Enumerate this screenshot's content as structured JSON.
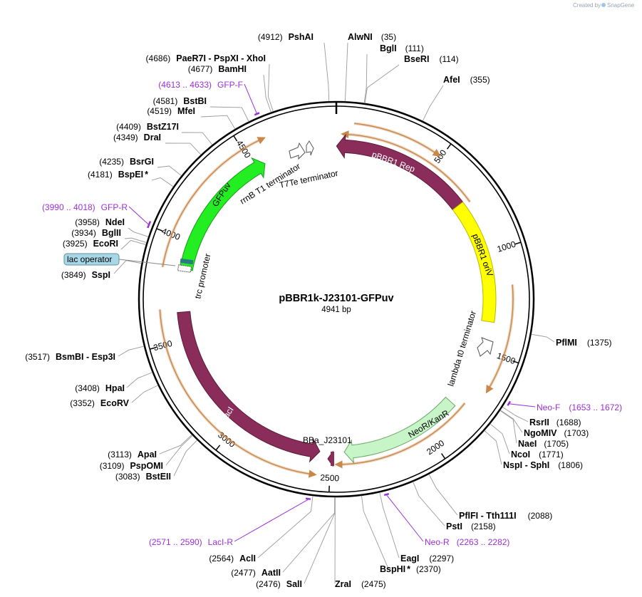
{
  "watermark": {
    "prefix": "Created by",
    "brand": "SnapGene"
  },
  "plasmid": {
    "name": "pBBR1k-J23101-GFPuv",
    "length_label": "4941 bp",
    "length": 4941
  },
  "ticks": [
    "500",
    "1000",
    "1500",
    "2000",
    "2500",
    "3000",
    "3500",
    "4000",
    "4500"
  ],
  "colors": {
    "rep": "#8b2d5a",
    "ori": "#ffff00",
    "neo": "#c8f5c8",
    "gfp": "#22ee22",
    "laci": "#8b2d5a",
    "primer": "#9b2fd8",
    "orf_fill": "#f9ddb0",
    "orf_stroke": "#c8884a",
    "terminator": "#ffffff",
    "lac_operator": "#a8d8e8",
    "promoter_box": "#2a7a82"
  },
  "features": [
    {
      "key": "pbbr1-rep",
      "label": "pBBR1 Rep",
      "start": 1,
      "end": 720,
      "direction": "ccw"
    },
    {
      "key": "pbbr1-oriv",
      "label": "pBBR1 oriV",
      "start": 720,
      "end": 1350
    },
    {
      "key": "lambda-t0",
      "label": "lambda t0 terminator"
    },
    {
      "key": "neor-kanr",
      "label": "NeoR/KanR",
      "start": 1810,
      "end": 2430,
      "direction": "cw"
    },
    {
      "key": "bba-j23101",
      "label": "BBa_J23101"
    },
    {
      "key": "laci",
      "label": "lacI",
      "start": 2555,
      "end": 3640,
      "direction": "ccw"
    },
    {
      "key": "trc-promoter",
      "label": "trc promoter"
    },
    {
      "key": "gfpuv",
      "label": "GFPuv",
      "start": 3860,
      "end": 4560,
      "direction": "cw"
    },
    {
      "key": "rrnb-t1",
      "label": "rrnB T1 terminator"
    },
    {
      "key": "t7te",
      "label": "T7Te terminator"
    }
  ],
  "lac_operator": {
    "label": "lac operator"
  },
  "sites": [
    {
      "key": "pshai",
      "pos": "(4912)",
      "name": "PshAI"
    },
    {
      "key": "alwni",
      "name": "AlwNI",
      "pos": "(35)"
    },
    {
      "key": "bgli",
      "name": "BglI",
      "pos": "(111)"
    },
    {
      "key": "bseri",
      "name": "BseRI",
      "pos": "(114)"
    },
    {
      "key": "afei",
      "name": "AfeI",
      "pos": "(355)"
    },
    {
      "key": "paer7i",
      "pos": "(4686)",
      "name": "PaeR7I",
      "sep": " - ",
      "name2": "PspXI",
      "sep2": " - ",
      "name3": "XhoI"
    },
    {
      "key": "bamhi",
      "pos": "(4677)",
      "name": "BamHI"
    },
    {
      "key": "bstbi",
      "pos": "(4581)",
      "name": "BstBI"
    },
    {
      "key": "mfei",
      "pos": "(4519)",
      "name": "MfeI"
    },
    {
      "key": "bstz17i",
      "pos": "(4409)",
      "name": "BstZ17I"
    },
    {
      "key": "drai",
      "pos": "(4349)",
      "name": "DraI"
    },
    {
      "key": "bsrgi",
      "pos": "(4235)",
      "name": "BsrGI"
    },
    {
      "key": "bspei",
      "pos": "(4181)",
      "name": "BspEI",
      "mark": "*"
    },
    {
      "key": "ndei",
      "pos": "(3958)",
      "name": "NdeI"
    },
    {
      "key": "bglii",
      "pos": "(3934)",
      "name": "BglII"
    },
    {
      "key": "ecori",
      "pos": "(3925)",
      "name": "EcoRI"
    },
    {
      "key": "sspi",
      "pos": "(3849)",
      "name": "SspI"
    },
    {
      "key": "bsmbi",
      "pos": "(3517)",
      "name": "BsmBI",
      "sep": " - ",
      "name2": "Esp3I"
    },
    {
      "key": "hpai",
      "pos": "(3408)",
      "name": "HpaI"
    },
    {
      "key": "ecorv",
      "pos": "(3352)",
      "name": "EcoRV"
    },
    {
      "key": "apai",
      "pos": "(3113)",
      "name": "ApaI"
    },
    {
      "key": "pspomi",
      "pos": "(3109)",
      "name": "PspOMI"
    },
    {
      "key": "bsteii",
      "pos": "(3083)",
      "name": "BstEII"
    },
    {
      "key": "pflmi",
      "name": "PflMI",
      "pos": "(1375)"
    },
    {
      "key": "rsrii",
      "name": "RsrII",
      "pos": "(1688)"
    },
    {
      "key": "ngomiv",
      "name": "NgoMIV",
      "pos": "(1703)"
    },
    {
      "key": "naei",
      "name": "NaeI",
      "pos": "(1705)"
    },
    {
      "key": "ncoi",
      "name": "NcoI",
      "pos": "(1771)"
    },
    {
      "key": "nspi",
      "name": "NspI",
      "sep": " - ",
      "name2": "SphI",
      "pos": "(1806)"
    },
    {
      "key": "pflfi",
      "name": "PflFI",
      "sep": " - ",
      "name2": "Tth111I",
      "pos": "(2088)"
    },
    {
      "key": "psti",
      "name": "PstI",
      "pos": "(2158)"
    },
    {
      "key": "eagi",
      "name": "EagI",
      "pos": "(2297)"
    },
    {
      "key": "bsphi",
      "name": "BspHI",
      "mark": "*",
      "pos": "(2370)"
    },
    {
      "key": "acli",
      "pos": "(2564)",
      "name": "AclI"
    },
    {
      "key": "aatii",
      "pos": "(2477)",
      "name": "AatII"
    },
    {
      "key": "sali",
      "pos": "(2476)",
      "name": "SalI"
    },
    {
      "key": "zrai",
      "name": "ZraI",
      "pos": "(2475)"
    }
  ],
  "primers": [
    {
      "key": "gfp-f",
      "name": "GFP-F",
      "range": "(4613 .. 4633)"
    },
    {
      "key": "gfp-r",
      "name": "GFP-R",
      "range": "(3990 .. 4018)"
    },
    {
      "key": "neo-f",
      "name": "Neo-F",
      "range": "(1653 .. 1672)"
    },
    {
      "key": "neo-r",
      "name": "Neo-R",
      "range": "(2263 .. 2282)"
    },
    {
      "key": "laci-r",
      "name": "LacI-R",
      "range": "(2571 .. 2590)"
    }
  ]
}
